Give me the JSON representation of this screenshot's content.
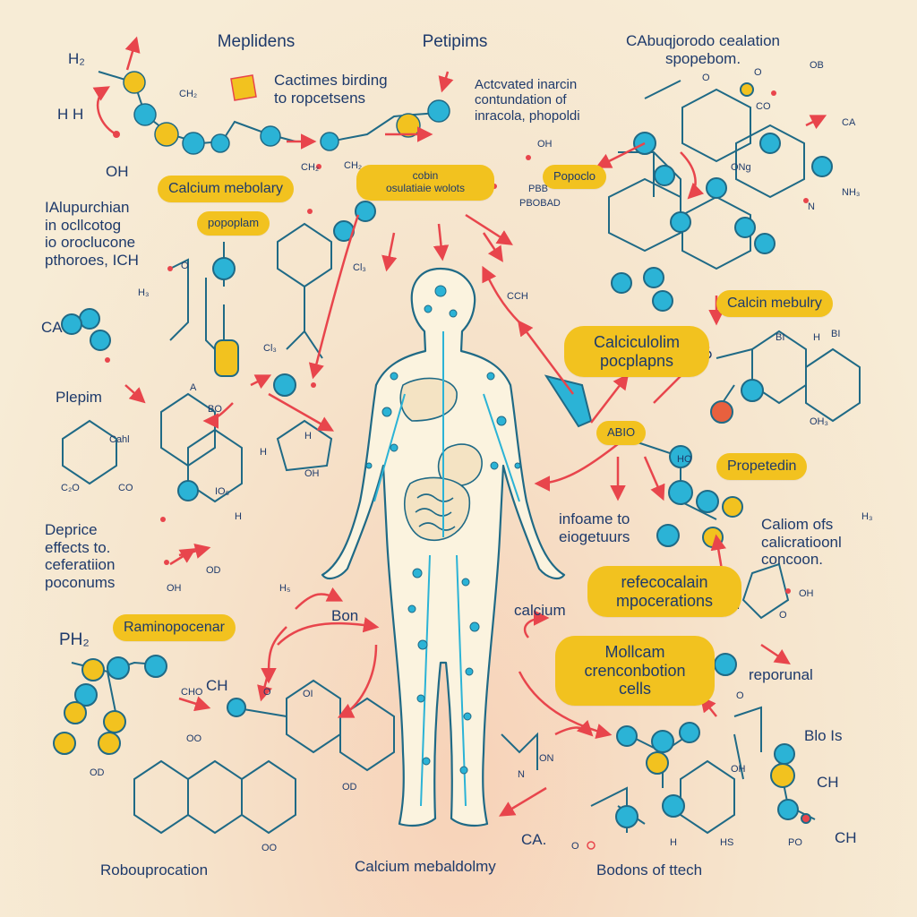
{
  "labels": {
    "meplidens": "Meplidens",
    "petipims": "Petipims",
    "cabug": "CAbuqjorodo cealation\nspopebom.",
    "cactimes": "Cactimes birding\nto ropcetsens",
    "activated": "Actcvated inarcin\ncontundation of\ninracola, phopoldi",
    "alupurchian": "IAlupurchian\nin ocllcotog\nio oroclucone\npthoroes, ICH",
    "plepim": "Plepim",
    "deprice": "Deprice\neffects to.\nceferatiion\npoconums",
    "ph": "PH₂",
    "bon": "Bon",
    "calcium_small": "calcium",
    "inflame": "infoame to\neiogetuurs",
    "caliom": "Caliom ofs\ncalicratioonl\nconcoon.",
    "repo": "reporunal",
    "blo": "Blo Is",
    "robou": "Robouprocation",
    "calcium_bottom": "Calcium mebaldolmy",
    "bodens": "Bodons of ttech",
    "ca_left": "CA",
    "ca_bottom": "CA.",
    "ch_left": "CH",
    "ch_right1": "CH",
    "ch_right2": "CH",
    "hh": "H H",
    "h_small": "H₂",
    "oh": "OH"
  },
  "pills": {
    "calcium_top_left": "Calcium mebolary",
    "popoplam": "popoplam",
    "center_top": "cobin\nosulatiaie wolots",
    "popoclo": "Popoclo",
    "calcium_right": "Calcin mebulry",
    "calciculolim": "Calciculolim\npocplapns",
    "propedin": "Propetedin",
    "refec": "refecocalain\nmpocerations",
    "mollcam": "Mollcam\ncrenconbotion\ncells",
    "ramino": "Raminopocenar",
    "abio": "ABIO"
  },
  "colors": {
    "background": "#f7ecd6",
    "navy": "#1e3a6b",
    "molecule": "#2bb3d6",
    "yellow": "#f2c21f",
    "arrow": "#e8454c",
    "body_outline": "#1f6a86"
  }
}
